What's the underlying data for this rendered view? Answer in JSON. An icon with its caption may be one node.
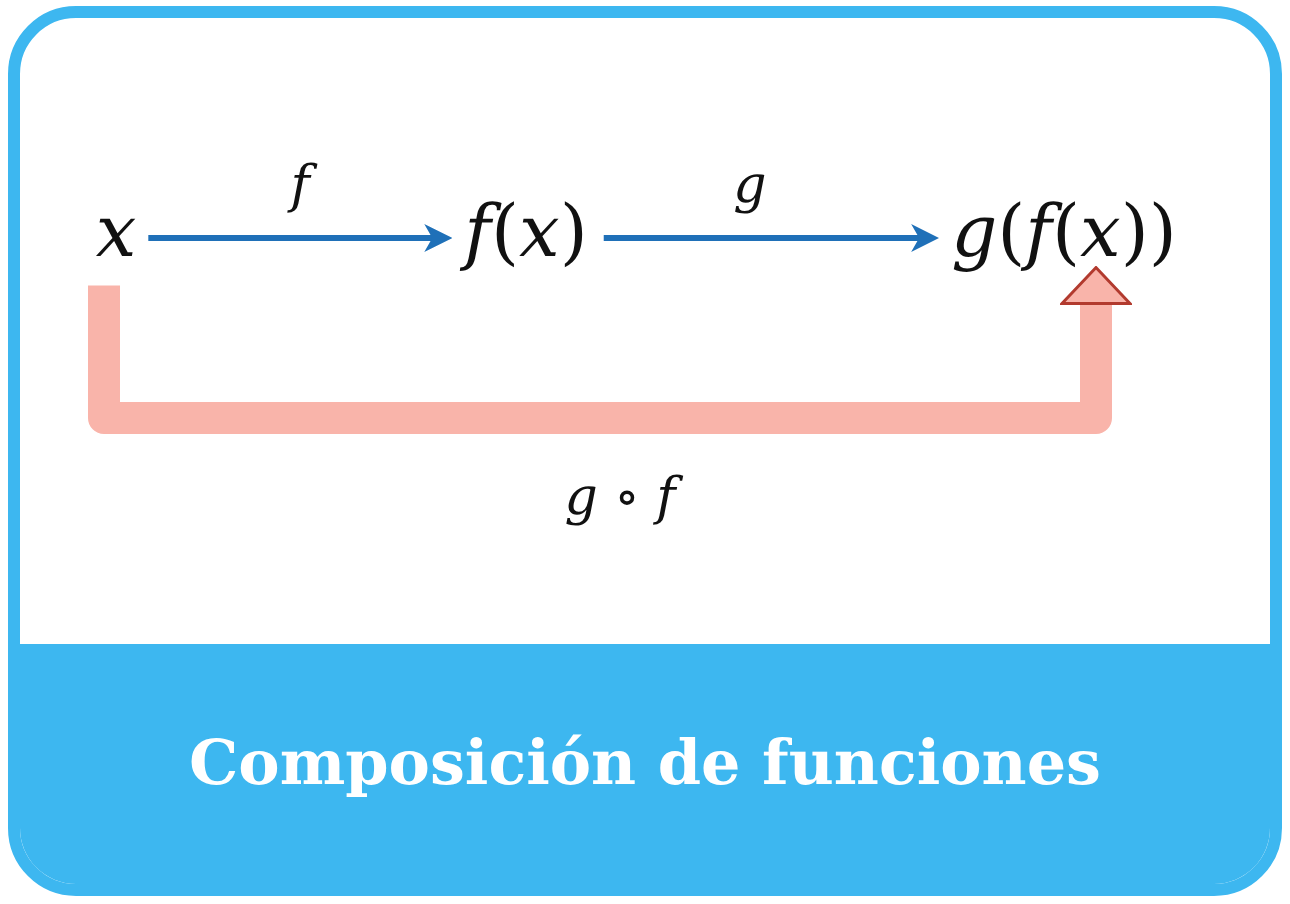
{
  "diagram": {
    "title": "Composición de funciones",
    "nodes": [
      {
        "text": [
          "*x*"
        ]
      },
      {
        "text": [
          "*f*(*x*)"
        ]
      },
      {
        "text": [
          "*g*(*f*(*x*))"
        ]
      }
    ],
    "edges": [
      {
        "from": 0,
        "to": 1,
        "arrow": "to",
        "label": "f"
      },
      {
        "from": 1,
        "to": 2,
        "arrow": "to",
        "label": "g"
      },
      {
        "from": 0,
        "to": 2,
        "arrow": "to",
        "label": "*g* ∘ *f*",
        "style": "thick",
        "color": "#f9b4aa"
      }
    ]
  }
}
